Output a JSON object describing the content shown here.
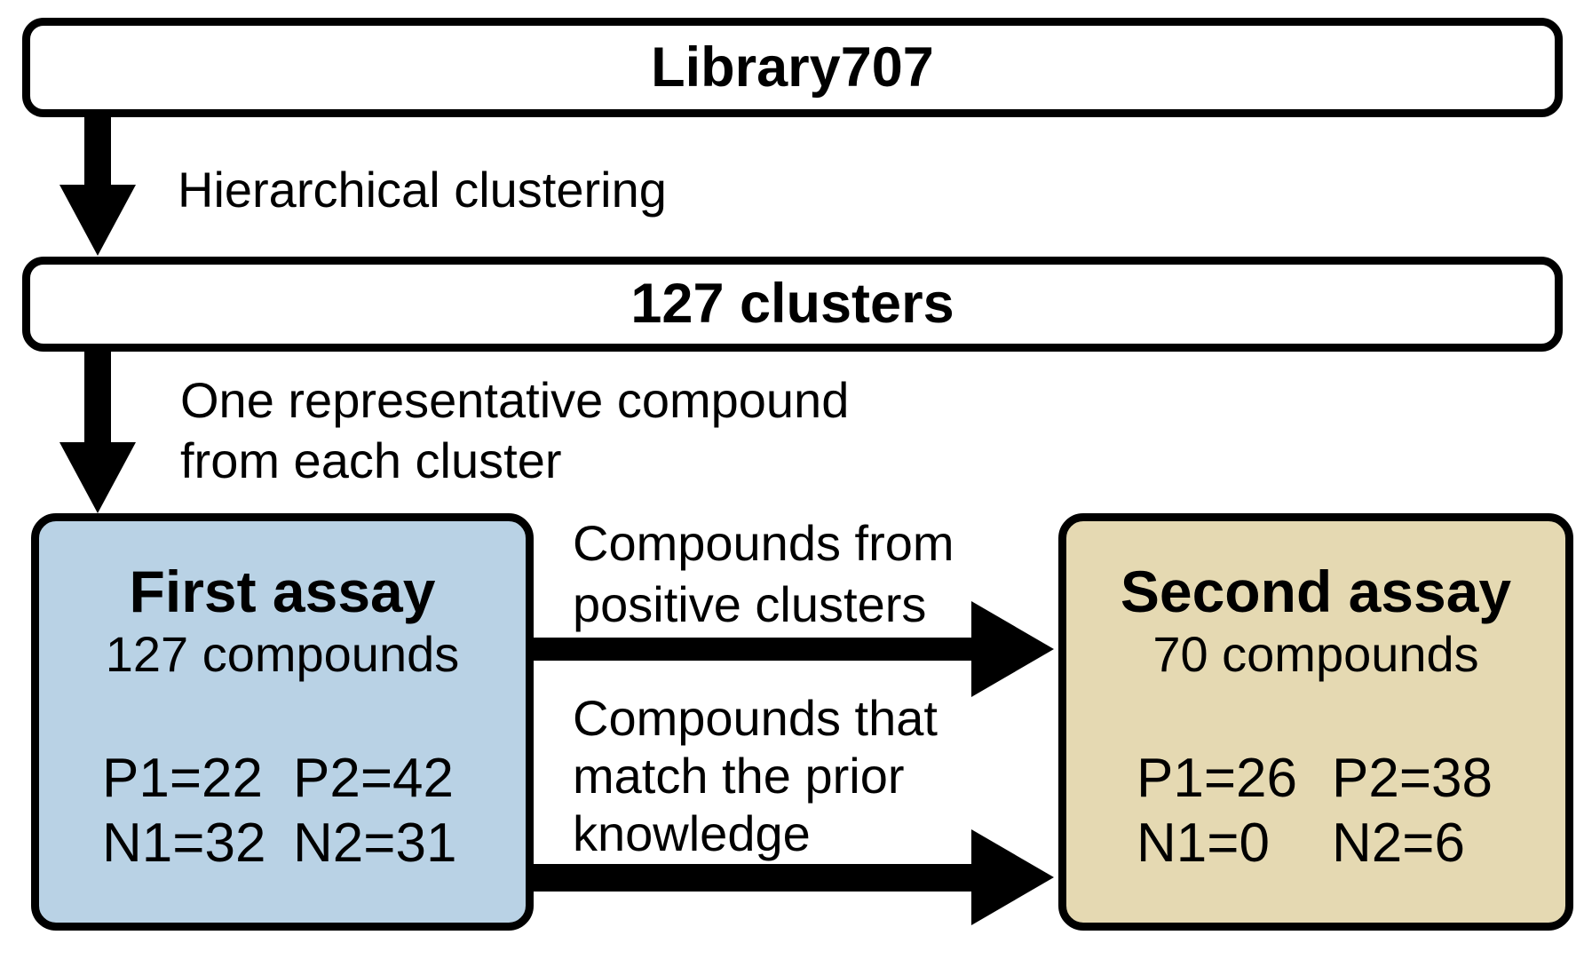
{
  "diagram": {
    "background": "#ffffff",
    "colors": {
      "plain_box_fill": "#ffffff",
      "first_assay_fill": "#b9d2e5",
      "second_assay_fill": "#e5d9b2",
      "border": "#000000",
      "arrow": "#000000",
      "text": "#000000"
    },
    "nodes": {
      "library": {
        "title": "Library707"
      },
      "clusters": {
        "title": "127 clusters"
      },
      "first_assay": {
        "title": "First assay",
        "subtitle": "127 compounds",
        "stats": [
          [
            "P1=22",
            "P2=42"
          ],
          [
            "N1=32",
            "N2=31"
          ]
        ]
      },
      "second_assay": {
        "title": "Second assay",
        "subtitle": "70 compounds",
        "stats": [
          [
            "P1=26",
            "P2=38"
          ],
          [
            "N1=0",
            "N2=6"
          ]
        ]
      }
    },
    "edges": {
      "clustering": {
        "label": "Hierarchical clustering"
      },
      "representative": {
        "line1": "One representative compound",
        "line2": "from each cluster"
      },
      "positive_clusters": {
        "line1": "Compounds from",
        "line2": "positive clusters"
      },
      "prior_knowledge": {
        "line1": "Compounds that",
        "line2": "match the prior",
        "line3": "knowledge"
      }
    }
  }
}
